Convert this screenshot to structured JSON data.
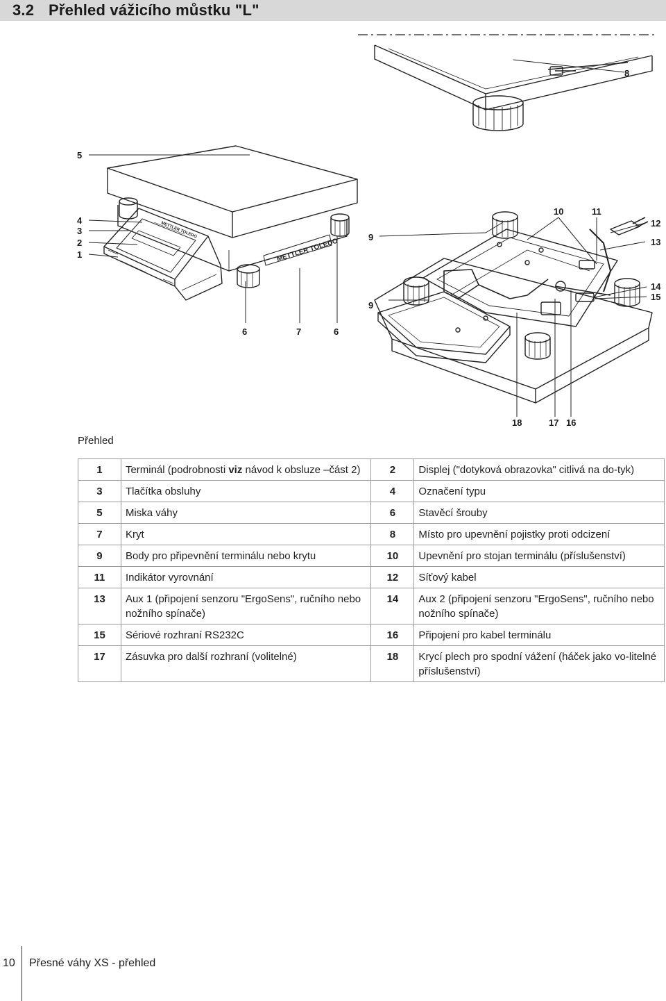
{
  "heading": {
    "number": "3.2",
    "text": "Přehled vážicího můstku \"L\""
  },
  "figure": {
    "brand_front": "METTLER TOLEDO",
    "brand_terminal": "METTLER TOLEDO",
    "callouts": [
      "8",
      "5",
      "4",
      "3",
      "2",
      "1",
      "6",
      "7",
      "6",
      "9",
      "10",
      "11",
      "12",
      "13",
      "9",
      "14",
      "15",
      "18",
      "17",
      "16"
    ]
  },
  "caption": "Přehled",
  "legend": [
    {
      "n1": "1",
      "t1_pre": "Terminál (podrobnosti ",
      "t1_bold": "viz",
      "t1_post": " návod k obsluze –část 2)",
      "n2": "2",
      "t2": "Displej (\"dotyková obrazovka\" citlivá na do-tyk)"
    },
    {
      "n1": "3",
      "t1": "Tlačítka obsluhy",
      "n2": "4",
      "t2": "Označení typu"
    },
    {
      "n1": "5",
      "t1": "Miska váhy",
      "n2": "6",
      "t2": "Stavěcí šrouby"
    },
    {
      "n1": "7",
      "t1": "Kryt",
      "n2": "8",
      "t2": "Místo pro upevnění pojistky proti odcizení"
    },
    {
      "n1": "9",
      "t1": "Body pro připevnění terminálu nebo krytu",
      "n2": "10",
      "t2": "Upevnění pro stojan terminálu (příslušenství)"
    },
    {
      "n1": "11",
      "t1": "Indikátor vyrovnání",
      "n2": "12",
      "t2": "Síťový kabel"
    },
    {
      "n1": "13",
      "t1": "Aux 1 (připojení senzoru \"ErgoSens\", ručního nebo nožního spínače)",
      "n2": "14",
      "t2": "Aux 2 (připojení senzoru \"ErgoSens\", ručního nebo nožního spínače)"
    },
    {
      "n1": "15",
      "t1": "Sériové rozhraní RS232C",
      "n2": "16",
      "t2": "Připojení pro kabel terminálu"
    },
    {
      "n1": "17",
      "t1": "Zásuvka pro další rozhraní (volitelné)",
      "n2": "18",
      "t2": "Krycí plech pro spodní vážení (háček jako vo-litelné příslušenství)"
    }
  ],
  "footer": {
    "page": "10",
    "title": "Přesné váhy XS - přehled"
  }
}
